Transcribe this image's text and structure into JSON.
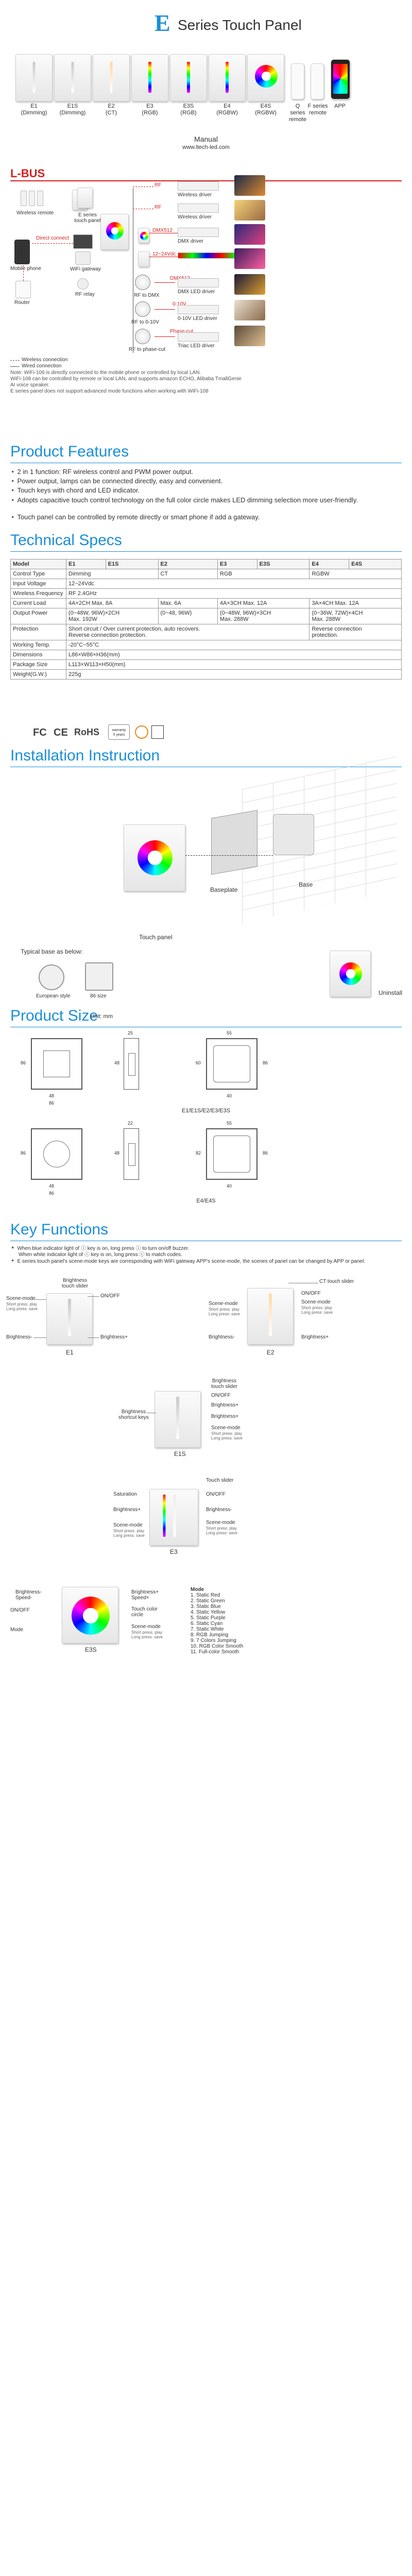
{
  "header": {
    "logo_letter": "E",
    "title": "Series Touch Panel",
    "manual": "Manual",
    "website": "www.ltech-led.com"
  },
  "products": [
    {
      "name": "E1",
      "sub": "(Dimming)"
    },
    {
      "name": "E1S",
      "sub": "(Dimming)"
    },
    {
      "name": "E2",
      "sub": "(CT)"
    },
    {
      "name": "E3",
      "sub": "(RGB)"
    },
    {
      "name": "E3S",
      "sub": "(RGB)"
    },
    {
      "name": "E4",
      "sub": "(RGBW)"
    },
    {
      "name": "E4S",
      "sub": "(RGBW)"
    },
    {
      "name": "Q series",
      "sub": "remote"
    },
    {
      "name": "F series",
      "sub": "remote"
    },
    {
      "name": "APP",
      "sub": ""
    }
  ],
  "system": {
    "brand": "L-BUS",
    "wireless_remote": "Wireless remote",
    "e_series_panel": "E series touch panel",
    "mobile_phone": "Mobile phone",
    "direct_connect": "Direct connect",
    "wifi_gateway": "WiFi gateway",
    "rf_relay": "RF relay",
    "router": "Router",
    "rf": "RF",
    "wireless_driver": "Wireless driver",
    "dmx512": "DMX512",
    "dmx_driver": "DMX driver",
    "v12_24": "12~24Vdc",
    "rf_to_dmx": "RF to DMX",
    "dmx_led_driver": "DMX LED driver",
    "v0_10": "0-10V",
    "rf_to_010": "RF to 0-10V",
    "led_driver_010": "0-10V LED driver",
    "phase_cut": "Phase-cut",
    "rf_to_phase": "RF to phase-cut",
    "triac_driver": "Triac LED driver",
    "legend_wireless": "Wireless connection",
    "legend_wired": "Wired connection",
    "note_lines": [
      "Note: WiFi-106 is directly connected to the mobile phone or controlled by local LAN.",
      "WiFi-108 can be controlled by remote or local LAN, and supports amazon ECHO, Alibaba TmallGenie",
      "AI voice speaker.",
      "E series panel does not support advanced mode functions when working with WiFi-108"
    ]
  },
  "features": {
    "title": "Product Features",
    "items": [
      "2 in 1 function: RF wireless control and PWM power output.",
      "Power output, lamps can be connected directly, easy and convenient.",
      "Touch keys with chord and LED indicator.",
      "Adopts capacitive touch control technology on the full color circle makes LED dimming selection more user-friendly.",
      "Touch panel can be controlled by remote directly or smart phone if add a gateway."
    ]
  },
  "specs": {
    "title": "Technical Specs",
    "header": [
      "Model",
      "E1",
      "E1S",
      "E2",
      "E3",
      "E3S",
      "E4",
      "E4S"
    ],
    "control_type": {
      "label": "Control Type",
      "dim": "Dimming",
      "ct": "CT",
      "rgb": "RGB",
      "rgbw": "RGBW"
    },
    "input_voltage": {
      "label": "Input Voltage",
      "value": "12~24Vdc"
    },
    "wireless_frequency": {
      "label": "Wireless Frequency",
      "value": "RF 2.4GHz"
    },
    "current_load": {
      "label": "Current Load",
      "e1": "4A×2CH  Max. 8A",
      "e2": "Max. 6A",
      "e3": "4A×3CH  Max. 12A",
      "e4": "3A×4CH  Max. 12A"
    },
    "output_power": {
      "label": "Output Power",
      "e1": "(0~48W, 96W)×2CH\nMax. 192W",
      "e2": "(0~48, 96W)",
      "e3": "(0~48W, 96W)×3CH\nMax. 288W",
      "e4": "(0~36W, 72W)×4CH\nMax. 288W"
    },
    "protection": {
      "label": "Protection",
      "value": "Short circuit / Over current protection, auto recovers.\nReverse connection protection.",
      "e4": "Reverse connection\nprotection."
    },
    "working_temp": {
      "label": "Working Temp.",
      "value": "-20°C~55°C"
    },
    "dimensions": {
      "label": "Dimensions",
      "value": "L86×W86×H36(mm)"
    },
    "package_size": {
      "label": "Package Size",
      "value": "L113×W113×H50(mm)"
    },
    "weight": {
      "label": "Weight(G.W.)",
      "value": "225g"
    }
  },
  "certs": {
    "fc": "FC",
    "ce": "CE",
    "rohs": "RoHS",
    "warranty_top": "warranty",
    "warranty_bottom": "5 years"
  },
  "installation": {
    "title": "Installation Instruction",
    "baseplate": "Baseplate",
    "base": "Base",
    "touch_panel": "Touch panel",
    "typical_base": "Typical base as below:",
    "european": "European style",
    "b6": "86 size",
    "uninstall": "Uninstall"
  },
  "size": {
    "title": "Product Size",
    "unit": "Unit: mm",
    "d86": "86",
    "d48": "48",
    "d25": "25",
    "d22": "22",
    "d55": "55",
    "d40": "40",
    "d60": "60",
    "d82": "82",
    "caption1": "E1/E1S/E2/E3/E3S",
    "caption2": "E4/E4S"
  },
  "key": {
    "title": "Key Functions",
    "note1": "When blue indicator light of ⓘ key is on, long press ⓘ to turn on/off buzzer.",
    "note1b": "When white indicator light of ⓘ key is on, long press ⓘ to match codes.",
    "note2": "E series touch panel's scene-mode keys are corresponding with WiFi gateway APP's scene-mode, the scenes of panel can be changed by APP or panel.",
    "brightness_touch": "Brightness\ntouch slider",
    "ct_touch": "CT touch slider",
    "on_off": "ON/OFF",
    "scene_mode": "Scene-mode",
    "scene_sub": "Short press: play\nLong press: save",
    "brightness_plus": "Brightness+",
    "brightness_minus": "Brightness-",
    "brightness_short": "Brightness\nshortcut keys",
    "touch_slider": "Touch slider",
    "saturation": "Saturation",
    "brightness_speed_plus": "Brightness+\nSpeed+",
    "brightness_speed_minus": "Brightness-\nSpeed-",
    "touch_color": "Touch color\ncircle",
    "mode": "Mode",
    "e1": "E1",
    "e2": "E2",
    "e1s": "E1S",
    "e3": "E3",
    "e3s": "E3S",
    "modes_title": "Mode",
    "modes": [
      "1. Static Red",
      "2. Static Green",
      "3. Static Blue",
      "4. Static Yellow",
      "5. Static Purple",
      "6. Static Cyan",
      "7. Static White",
      "8. RGB Jumping",
      "9. 7 Colors Jumping",
      "10. RGB Color Smooth",
      "11. Full-color Smooth"
    ]
  }
}
